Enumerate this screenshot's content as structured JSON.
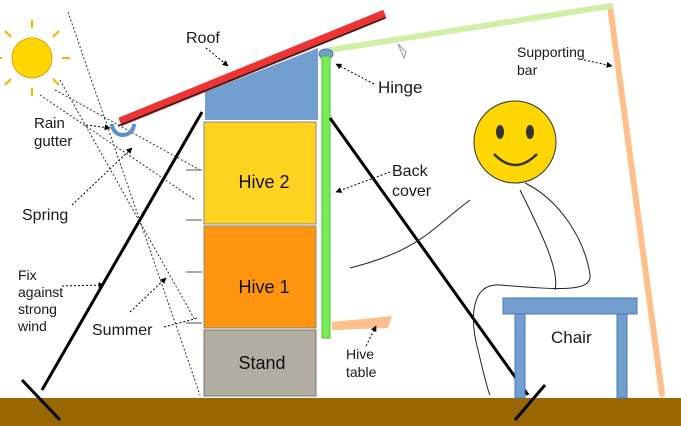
{
  "labels": {
    "roof": "Roof",
    "rain_gutter_1": "Rain",
    "rain_gutter_2": "gutter",
    "hinge": "Hinge",
    "supporting_bar_1": "Supporting",
    "supporting_bar_2": "bar",
    "back_cover_1": "Back",
    "back_cover_2": "cover",
    "spring": "Spring",
    "fix_1": "Fix",
    "fix_2": "against",
    "fix_3": "strong",
    "fix_4": "wind",
    "summer": "Summer",
    "hive_table_1": "Hive",
    "hive_table_2": "table",
    "chair": "Chair",
    "hive2": "Hive 2",
    "hive1": "Hive 1",
    "stand": "Stand"
  },
  "colors": {
    "roof": "#ee3333",
    "roof_block": "#729fcf",
    "hive2": "#ffd320",
    "hive1": "#ff950e",
    "stand": "#b3aca0",
    "back_cover": "#77ee55",
    "support_bar": "#ffbf8a",
    "chair": "#729fcf",
    "ground": "#996600",
    "sun": "#ffd700",
    "smiley": "#ffd700"
  }
}
